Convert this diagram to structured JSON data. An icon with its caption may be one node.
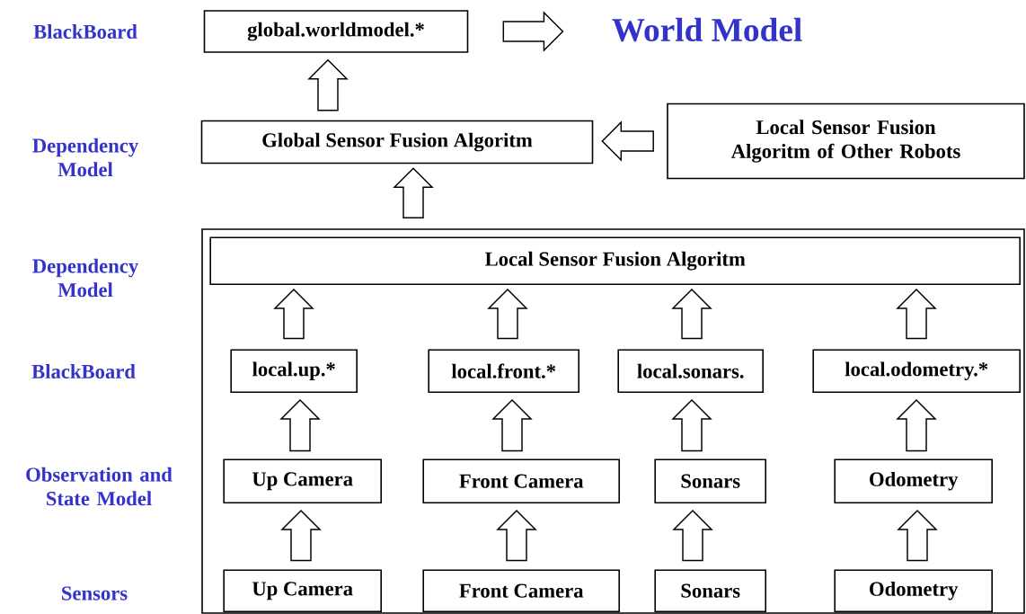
{
  "diagram": {
    "nodes": [
      {
        "text": [
          "global.worldmodel.*"
        ]
      },
      {
        "text": [
          "World Model"
        ]
      },
      {
        "text": [
          "Global Sensor Fusion Algoritm"
        ]
      },
      {
        "text": [
          "Local Sensor Fusion Algoritm of Other Robots"
        ]
      },
      {
        "text": [],
        "shape": "box"
      },
      {
        "text": [
          "Local Sensor Fusion Algoritm"
        ],
        "in": 4
      },
      {
        "text": [
          "local.up.*"
        ],
        "in": 4
      },
      {
        "text": [
          "local.front.*"
        ],
        "in": 4
      },
      {
        "text": [
          "local.sonars."
        ],
        "in": 4
      },
      {
        "text": [
          "local.odometry.*"
        ],
        "in": 4
      },
      {
        "text": [
          "Up Camera"
        ],
        "in": 4
      },
      {
        "text": [
          "Front Camera"
        ],
        "in": 4
      },
      {
        "text": [
          "Sonars"
        ],
        "in": 4
      },
      {
        "text": [
          "Odometry"
        ],
        "in": 4
      },
      {
        "text": [
          "Up Camera"
        ],
        "in": 4
      },
      {
        "text": [
          "Front Camera"
        ],
        "in": 4
      },
      {
        "text": [
          "Sonars"
        ],
        "in": 4
      },
      {
        "text": [
          "Odometry"
        ],
        "in": 4
      }
    ],
    "edges": [
      {
        "from": 2,
        "to": 0,
        "arrow": "to"
      },
      {
        "from": 0,
        "to": 1,
        "arrow": "to"
      },
      {
        "from": 3,
        "to": 2,
        "arrow": "to"
      },
      {
        "from": 4,
        "to": 2,
        "arrow": "to"
      },
      {
        "from": 6,
        "to": 5,
        "arrow": "to"
      },
      {
        "from": 7,
        "to": 5,
        "arrow": "to"
      },
      {
        "from": 8,
        "to": 5,
        "arrow": "to"
      },
      {
        "from": 9,
        "to": 5,
        "arrow": "to"
      },
      {
        "from": 10,
        "to": 6,
        "arrow": "to"
      },
      {
        "from": 11,
        "to": 7,
        "arrow": "to"
      },
      {
        "from": 12,
        "to": 8,
        "arrow": "to"
      },
      {
        "from": 13,
        "to": 9,
        "arrow": "to"
      },
      {
        "from": 14,
        "to": 10,
        "arrow": "to"
      },
      {
        "from": 15,
        "to": 11,
        "arrow": "to"
      },
      {
        "from": 16,
        "to": 12,
        "arrow": "to"
      },
      {
        "from": 17,
        "to": 13,
        "arrow": "to"
      }
    ],
    "labels": [
      "BlackBoard",
      "Dependency Model",
      "Dependency Model",
      "BlackBoard",
      "Observation and State Model",
      "Sensors"
    ]
  }
}
